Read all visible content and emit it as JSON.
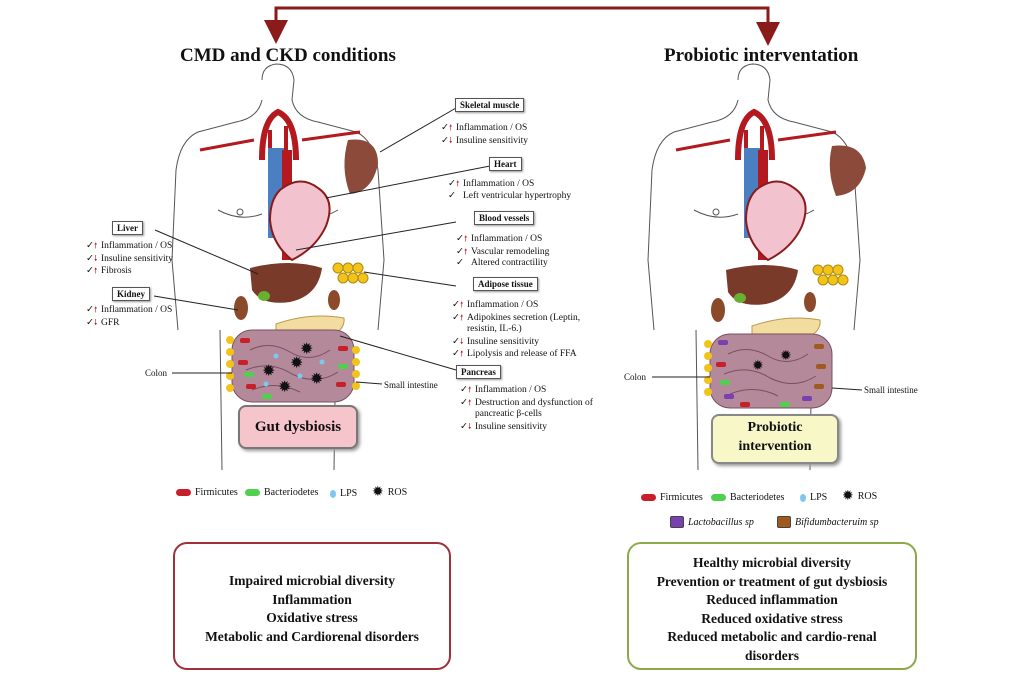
{
  "titles": {
    "left": "CMD and CKD conditions",
    "right": "Probiotic interventation"
  },
  "organs": {
    "skeletal_muscle": {
      "label": "Skeletal muscle",
      "items": [
        {
          "dir": "up",
          "text": "Inflammation / OS"
        },
        {
          "dir": "down",
          "text": "Insuline sensitivity"
        }
      ]
    },
    "heart": {
      "label": "Heart",
      "items": [
        {
          "dir": "up",
          "text": "Inflammation / OS"
        },
        {
          "dir": "none",
          "text": "Left ventricular hypertrophy"
        }
      ]
    },
    "blood_vessels": {
      "label": "Blood vessels",
      "items": [
        {
          "dir": "up",
          "text": "Inflammation / OS"
        },
        {
          "dir": "up",
          "text": "Vascular  remodeling"
        },
        {
          "dir": "none",
          "text": "Altered contractility"
        }
      ]
    },
    "adipose": {
      "label": "Adipose tissue",
      "items": [
        {
          "dir": "up",
          "text": "Inflammation / OS"
        },
        {
          "dir": "up",
          "text": "Adipokines secretion (Leptin,"
        },
        {
          "dir": "cont",
          "text": "resistin, IL-6.)"
        },
        {
          "dir": "down",
          "text": "Insuline sensitivity"
        },
        {
          "dir": "up",
          "text": "Lipolysis and release of FFA"
        }
      ]
    },
    "pancreas": {
      "label": "Pancreas",
      "items": [
        {
          "dir": "up",
          "text": "Inflammation / OS"
        },
        {
          "dir": "up",
          "text": "Destruction and dysfunction of"
        },
        {
          "dir": "cont",
          "text": "pancreatic β-cells"
        },
        {
          "dir": "down",
          "text": "Insuline sensitivity"
        }
      ]
    },
    "liver": {
      "label": "Liver",
      "items": [
        {
          "dir": "up",
          "text": "Inflammation / OS"
        },
        {
          "dir": "down",
          "text": "Insuline sensitivity"
        },
        {
          "dir": "up",
          "text": "Fibrosis"
        }
      ]
    },
    "kidney": {
      "label": "Kidney",
      "items": [
        {
          "dir": "up",
          "text": "Inflammation / OS"
        },
        {
          "dir": "down",
          "text": "GFR"
        }
      ]
    }
  },
  "labels": {
    "colon_left": "Colon",
    "small_intestine_left": "Small intestine",
    "colon_right": "Colon",
    "small_intestine_right": "Small intestine",
    "gut_dysbiosis": "Gut dysbiosis",
    "probiotic_line1": "Probiotic",
    "probiotic_line2": "intervention"
  },
  "legend": {
    "firmicutes": "Firmicutes",
    "bacteriodetes": "Bacteriodetes",
    "lps": "LPS",
    "ros": "ROS",
    "lactobacillus": "Lactobacillus sp",
    "bifidobacterium": "Bifidumbacteruim sp"
  },
  "summary_left": [
    "Impaired microbial diversity",
    "Inflammation",
    "Oxidative stress",
    "Metabolic and Cardiorenal disorders"
  ],
  "summary_right": [
    "Healthy microbial diversity",
    "Prevention or treatment of gut dysbiosis",
    "Reduced inflammation",
    "Reduced oxidative stress",
    "Reduced metabolic and cardio-renal",
    "disorders"
  ],
  "colors": {
    "arrow": "#8b1a1a",
    "left_box_border": "#a0303a",
    "right_box_border": "#8aaa4a",
    "firmicutes": "#c8202a",
    "bacteriodetes": "#4fd04f",
    "lactobacillus": "#7a3fb0",
    "bifidobacterium": "#a05a20"
  }
}
